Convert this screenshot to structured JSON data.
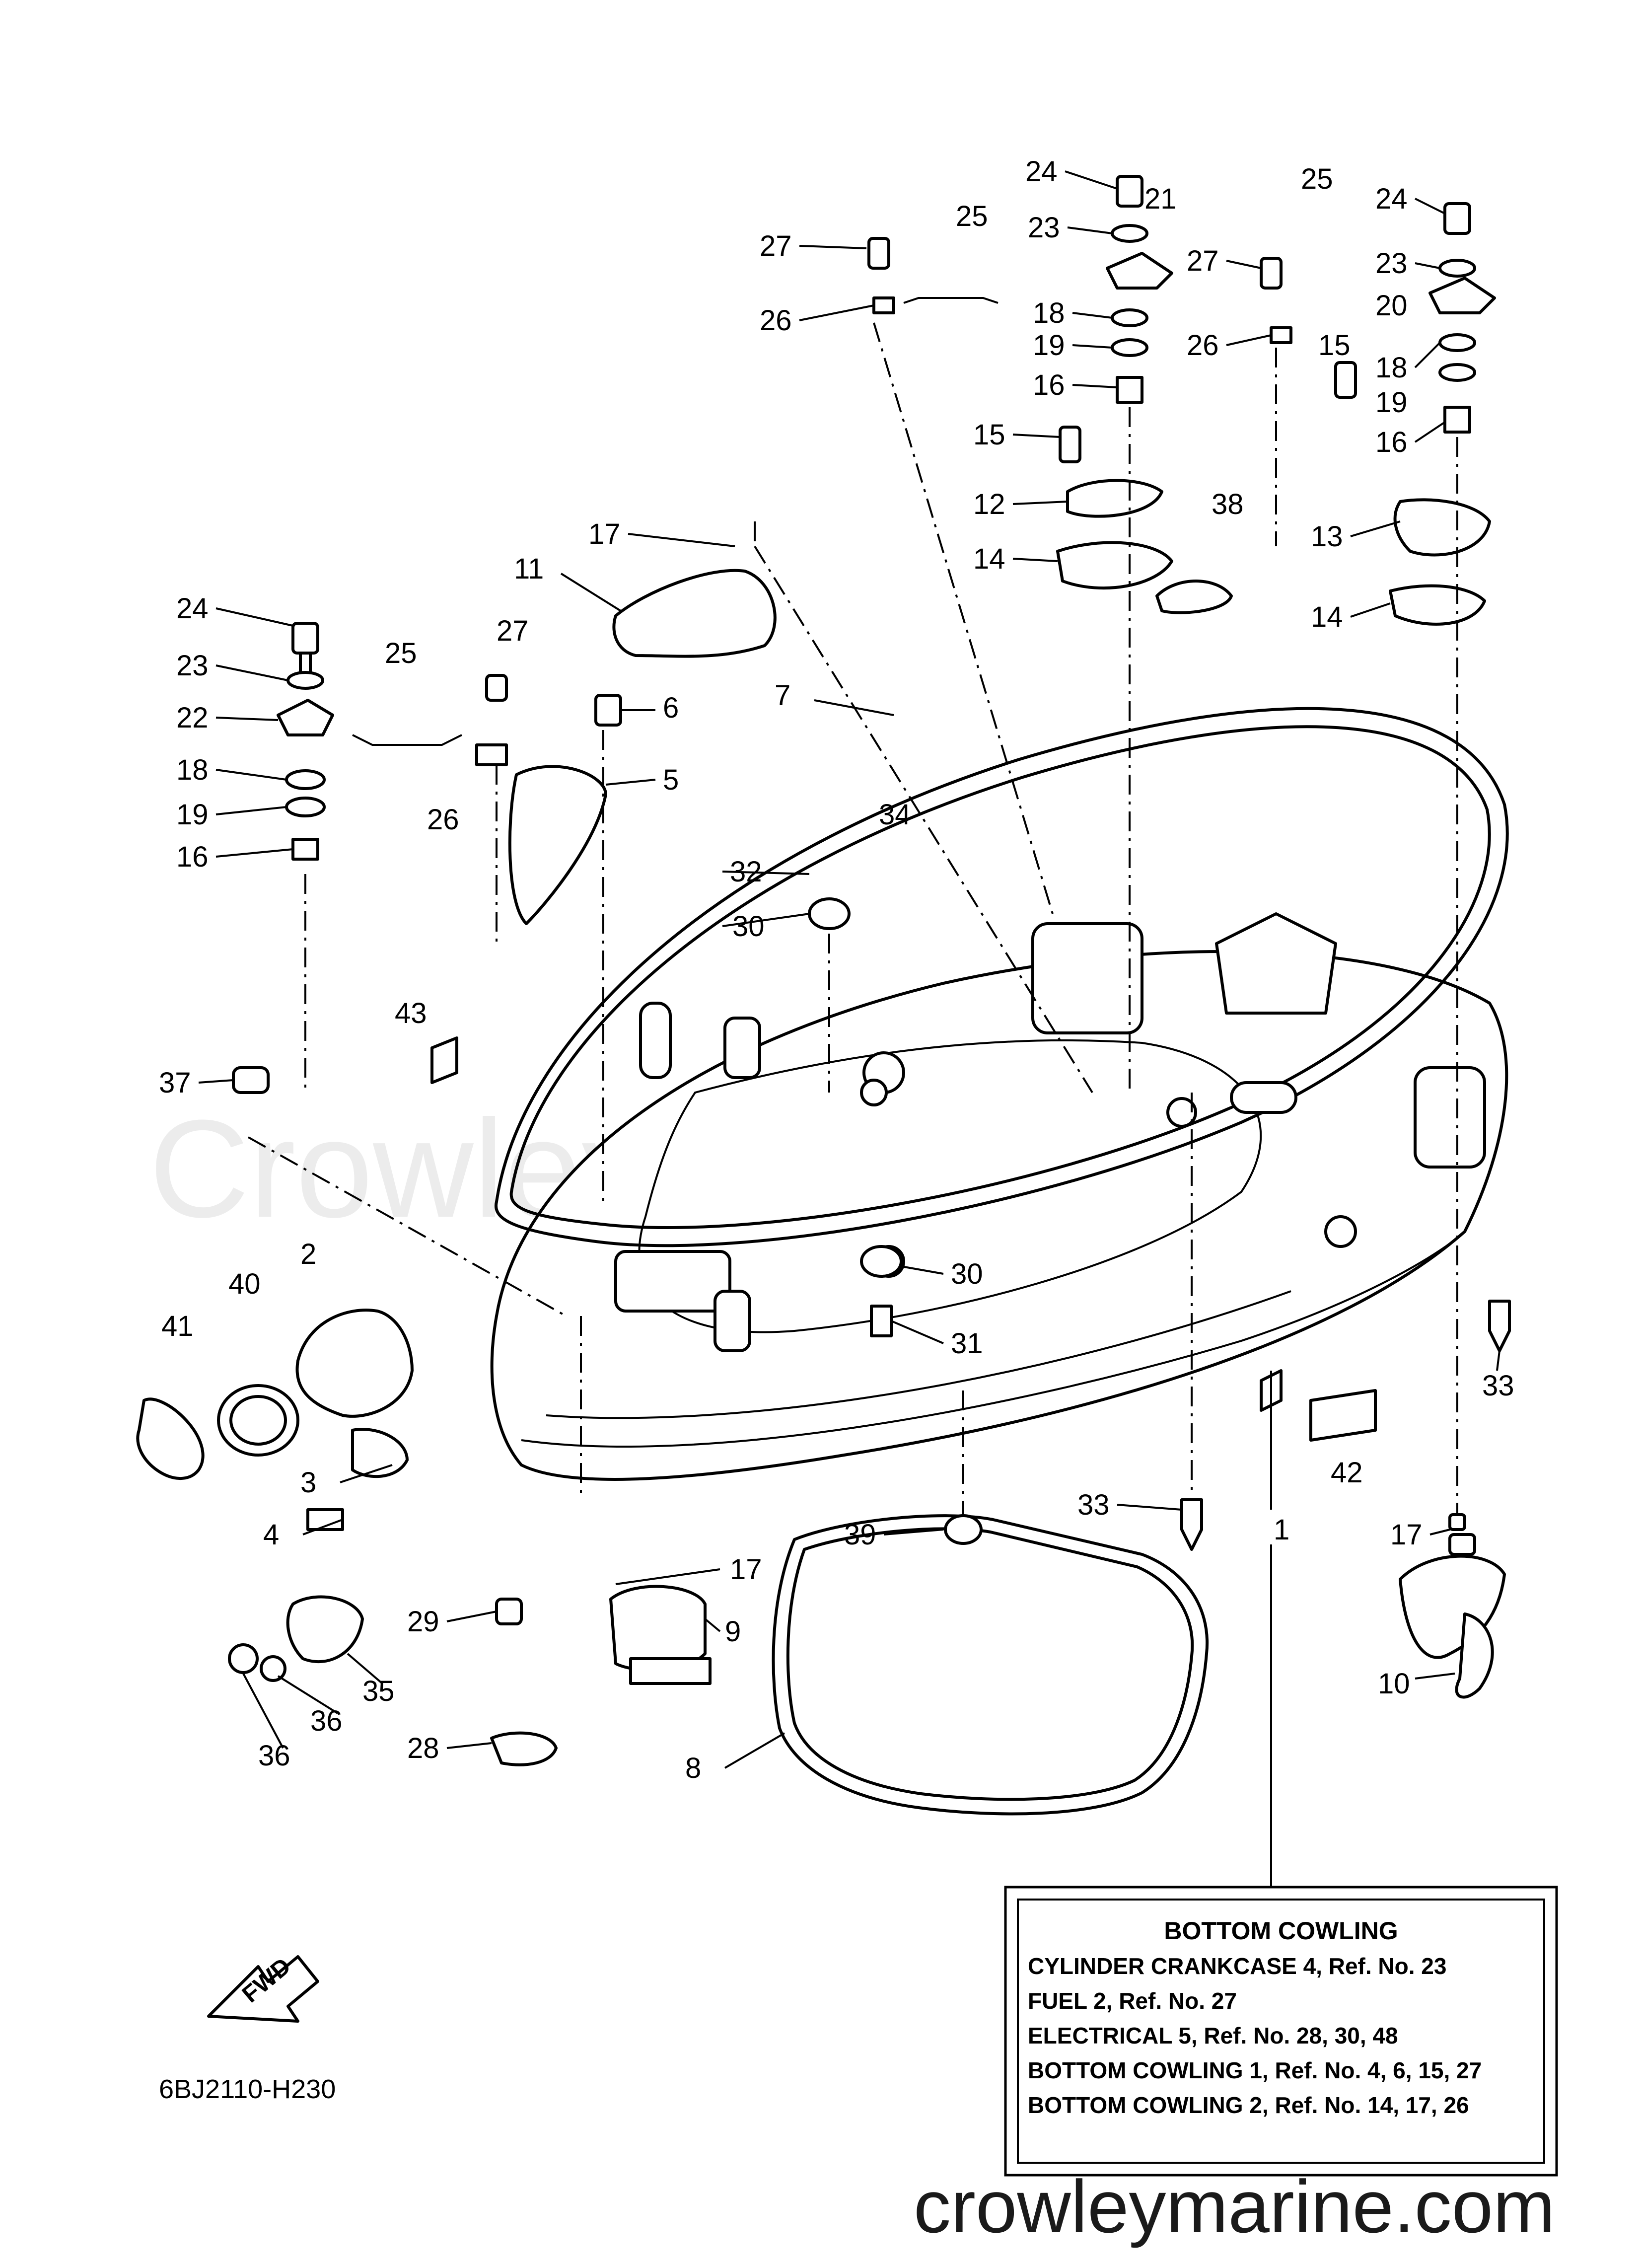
{
  "watermark": "Crowley Marine",
  "website": "crowleymarine.com",
  "diagram_code": "6BJ2110-H230",
  "direction_label": "FWD",
  "reference_box": {
    "title": "BOTTOM COWLING",
    "lines": [
      "CYLINDER CRANKCASE 4,  Ref. No. 23",
      "FUEL 2,  Ref. No. 27",
      "ELECTRICAL 5,  Ref. No. 28, 30, 48",
      "BOTTOM COWLING 1,  Ref. No. 4, 6, 15, 27",
      "BOTTOM COWLING 2,  Ref. No. 14, 17, 26"
    ]
  },
  "callouts": [
    "24",
    "23",
    "21",
    "27",
    "25",
    "26",
    "18",
    "19",
    "16",
    "15",
    "12",
    "14",
    "25",
    "24",
    "23",
    "27",
    "20",
    "26",
    "15",
    "18",
    "19",
    "16",
    "13",
    "14",
    "38",
    "17",
    "11",
    "24",
    "23",
    "25",
    "27",
    "6",
    "22",
    "18",
    "26",
    "5",
    "19",
    "16",
    "7",
    "34",
    "32",
    "30",
    "43",
    "37",
    "30",
    "31",
    "2",
    "40",
    "41",
    "33",
    "3",
    "4",
    "42",
    "33",
    "39",
    "17",
    "1",
    "29",
    "17",
    "9",
    "35",
    "36",
    "36",
    "28",
    "8",
    "10"
  ]
}
